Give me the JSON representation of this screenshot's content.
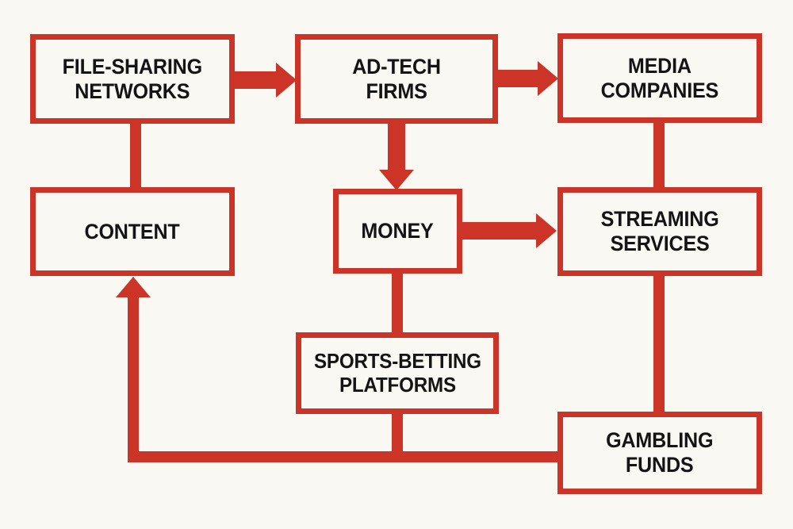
{
  "diagram": {
    "title": "Piracy money-flow diagram",
    "background_color": "#faf8f2",
    "accent_color": "#cb3427",
    "text_color": "#141414",
    "nodes": [
      {
        "id": "file-sharing-networks",
        "label": "FILE-SHARING\nNETWORKS"
      },
      {
        "id": "ad-tech-firms",
        "label": "AD-TECH\nFIRMS"
      },
      {
        "id": "media-companies",
        "label": "MEDIA\nCOMPANIES"
      },
      {
        "id": "content",
        "label": "CONTENT"
      },
      {
        "id": "money",
        "label": "MONEY"
      },
      {
        "id": "streaming-services",
        "label": "STREAMING\nSERVICES"
      },
      {
        "id": "sports-betting-platforms",
        "label": "SPORTS-BETTING\nPLATFORMS"
      },
      {
        "id": "gambling-funds",
        "label": "GAMBLING\nFUNDS"
      }
    ],
    "edges": [
      {
        "id": "file-sharing-to-ad-tech",
        "from": "file-sharing-networks",
        "to": "ad-tech-firms",
        "arrow": "right"
      },
      {
        "id": "ad-tech-to-media",
        "from": "ad-tech-firms",
        "to": "media-companies",
        "arrow": "right"
      },
      {
        "id": "ad-tech-to-money",
        "from": "ad-tech-firms",
        "to": "money",
        "arrow": "down"
      },
      {
        "id": "money-to-streaming",
        "from": "money",
        "to": "streaming-services",
        "arrow": "right"
      },
      {
        "id": "file-sharing-to-content",
        "from": "file-sharing-networks",
        "to": "content",
        "arrow": "none"
      },
      {
        "id": "media-to-streaming",
        "from": "media-companies",
        "to": "streaming-services",
        "arrow": "none"
      },
      {
        "id": "money-to-sports-betting",
        "from": "money",
        "to": "sports-betting-platforms",
        "arrow": "none"
      },
      {
        "id": "streaming-to-gambling-funds",
        "from": "streaming-services",
        "to": "gambling-funds",
        "arrow": "none"
      },
      {
        "id": "gambling-funds-to-content",
        "from": "gambling-funds",
        "to": "content",
        "arrow": "up"
      },
      {
        "id": "sports-betting-to-return-line",
        "from": "sports-betting-platforms",
        "to": "gambling-funds-to-content",
        "arrow": "none"
      }
    ]
  }
}
